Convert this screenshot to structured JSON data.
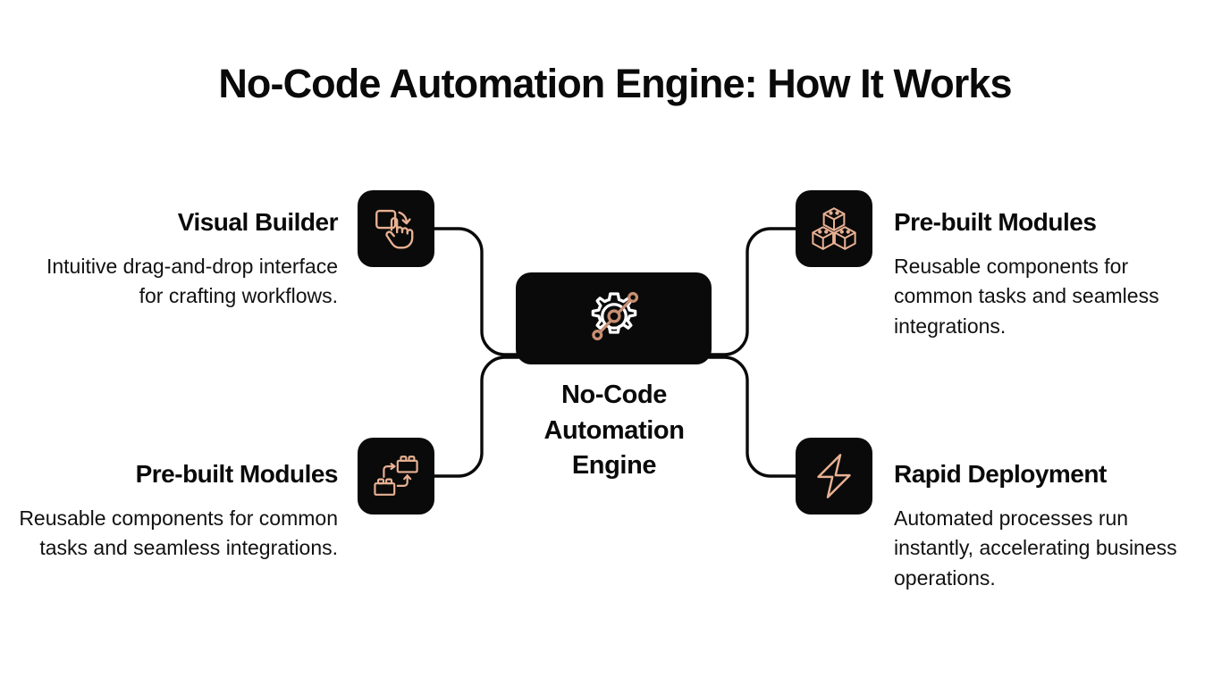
{
  "page": {
    "title": "No-Code Automation Engine: How It Works",
    "background_color": "#ffffff",
    "node_color": "#0a0a0a",
    "accent_color": "#e0a98b",
    "text_color": "#0a0a0a",
    "connector_color": "#0a0a0a"
  },
  "hub": {
    "label": "No-Code\nAutomation\nEngine",
    "label_line1": "No-Code",
    "label_line2": "Automation",
    "label_line3": "Engine",
    "icon": "gear-network-icon"
  },
  "branches": [
    {
      "position": "top-left",
      "icon": "drag-and-drop-hand-icon",
      "heading": "Visual Builder",
      "body": "Intuitive drag-and-drop interface for crafting workflows."
    },
    {
      "position": "bottom-left",
      "icon": "connected-blocks-icon",
      "heading": "Pre-built Modules",
      "body": "Reusable components for common tasks and seamless integrations."
    },
    {
      "position": "top-right",
      "icon": "stacked-cubes-icon",
      "heading": "Pre-built Modules",
      "body": "Reusable components for common tasks and seamless integrations."
    },
    {
      "position": "bottom-right",
      "icon": "lightning-bolt-icon",
      "heading": "Rapid Deployment",
      "body": "Automated processes run instantly, accelerating business operations."
    }
  ]
}
